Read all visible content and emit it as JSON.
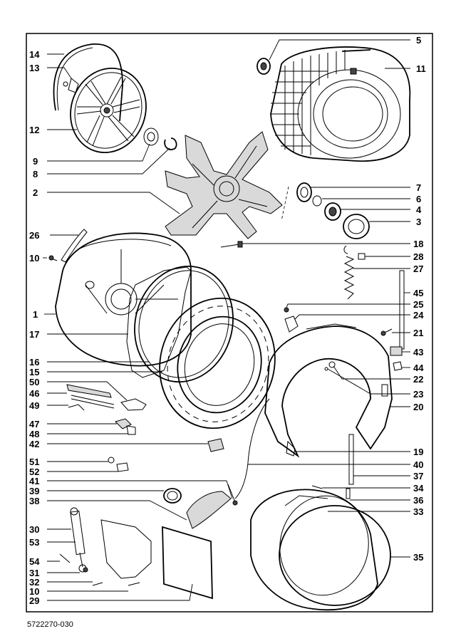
{
  "document_code": "5722270-030",
  "callouts_left": [
    {
      "id": "c14",
      "label": "14"
    },
    {
      "id": "c13",
      "label": "13"
    },
    {
      "id": "c12",
      "label": "12"
    },
    {
      "id": "c9",
      "label": "9"
    },
    {
      "id": "c8",
      "label": "8"
    },
    {
      "id": "c2",
      "label": "2"
    },
    {
      "id": "c26",
      "label": "26"
    },
    {
      "id": "c10a",
      "label": "10"
    },
    {
      "id": "c1",
      "label": "1"
    },
    {
      "id": "c17",
      "label": "17"
    },
    {
      "id": "c16",
      "label": "16"
    },
    {
      "id": "c15",
      "label": "15"
    },
    {
      "id": "c50",
      "label": "50"
    },
    {
      "id": "c46",
      "label": "46"
    },
    {
      "id": "c49",
      "label": "49"
    },
    {
      "id": "c47",
      "label": "47"
    },
    {
      "id": "c48",
      "label": "48"
    },
    {
      "id": "c42",
      "label": "42"
    },
    {
      "id": "c51",
      "label": "51"
    },
    {
      "id": "c52",
      "label": "52"
    },
    {
      "id": "c41",
      "label": "41"
    },
    {
      "id": "c39",
      "label": "39"
    },
    {
      "id": "c38",
      "label": "38"
    },
    {
      "id": "c30",
      "label": "30"
    },
    {
      "id": "c53",
      "label": "53"
    },
    {
      "id": "c54",
      "label": "54"
    },
    {
      "id": "c31",
      "label": "31"
    },
    {
      "id": "c32",
      "label": "32"
    },
    {
      "id": "c10b",
      "label": "10"
    },
    {
      "id": "c29",
      "label": "29"
    }
  ],
  "callouts_right": [
    {
      "id": "c5",
      "label": "5"
    },
    {
      "id": "c11",
      "label": "11"
    },
    {
      "id": "c7",
      "label": "7"
    },
    {
      "id": "c6",
      "label": "6"
    },
    {
      "id": "c4",
      "label": "4"
    },
    {
      "id": "c3",
      "label": "3"
    },
    {
      "id": "c18",
      "label": "18"
    },
    {
      "id": "c28",
      "label": "28"
    },
    {
      "id": "c27",
      "label": "27"
    },
    {
      "id": "c45",
      "label": "45"
    },
    {
      "id": "c25",
      "label": "25"
    },
    {
      "id": "c24",
      "label": "24"
    },
    {
      "id": "c21",
      "label": "21"
    },
    {
      "id": "c43",
      "label": "43"
    },
    {
      "id": "c44",
      "label": "44"
    },
    {
      "id": "c22",
      "label": "22"
    },
    {
      "id": "c23",
      "label": "23"
    },
    {
      "id": "c20",
      "label": "20"
    },
    {
      "id": "c19",
      "label": "19"
    },
    {
      "id": "c40",
      "label": "40"
    },
    {
      "id": "c37",
      "label": "37"
    },
    {
      "id": "c34",
      "label": "34"
    },
    {
      "id": "c36",
      "label": "36"
    },
    {
      "id": "c33",
      "label": "33"
    },
    {
      "id": "c35",
      "label": "35"
    }
  ]
}
